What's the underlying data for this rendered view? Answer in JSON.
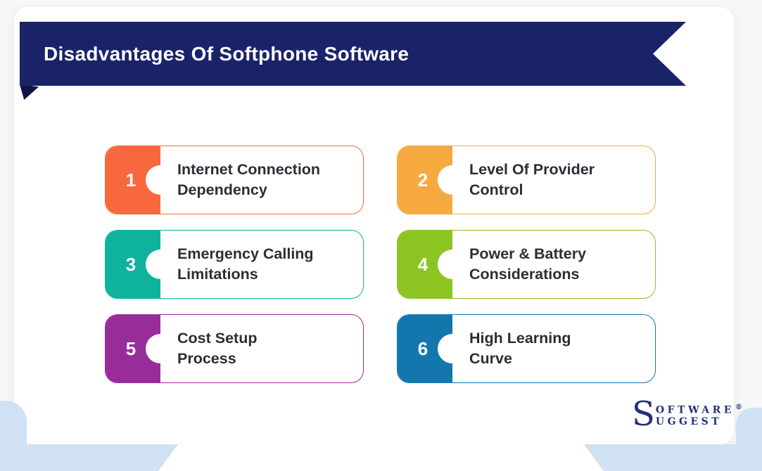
{
  "page": {
    "background": "#F6F7F8"
  },
  "banner": {
    "title": "Disadvantages Of Softphone Software",
    "background": "#1B2368",
    "fold_color": "#0F1545",
    "text_color": "#FFFFFF"
  },
  "cards": [
    {
      "number": "1",
      "label": "Internet Connection Dependency",
      "line1": "Internet Connection",
      "line2": "Dependency",
      "color": "#F8683E"
    },
    {
      "number": "2",
      "label": "Level Of Provider Control",
      "line1": "Level Of Provider",
      "line2": "Control",
      "color": "#F5A93F"
    },
    {
      "number": "3",
      "label": "Emergency Calling Limitations",
      "line1": "Emergency Calling",
      "line2": "Limitations",
      "color": "#0EB29D"
    },
    {
      "number": "4",
      "label": "Power & Battery Considerations",
      "line1": "Power & Battery",
      "line2": "Considerations",
      "color": "#8CC521"
    },
    {
      "number": "5",
      "label": "Cost Setup Process",
      "line1": "Cost Setup",
      "line2": "Process",
      "color": "#982D9A"
    },
    {
      "number": "6",
      "label": "High Learning Curve",
      "line1": "High Learning",
      "line2": "Curve",
      "color": "#1377AD"
    }
  ],
  "colors": {
    "card_text": "#2B2E36",
    "card_background": "#FFFFFF",
    "band_background": "#CFE1F2",
    "wedge_background": "#FFFFFF"
  },
  "logo": {
    "s": "S",
    "word1": "OFTWARE",
    "registered": "®",
    "word2": "UGGEST",
    "color": "#23307A"
  }
}
